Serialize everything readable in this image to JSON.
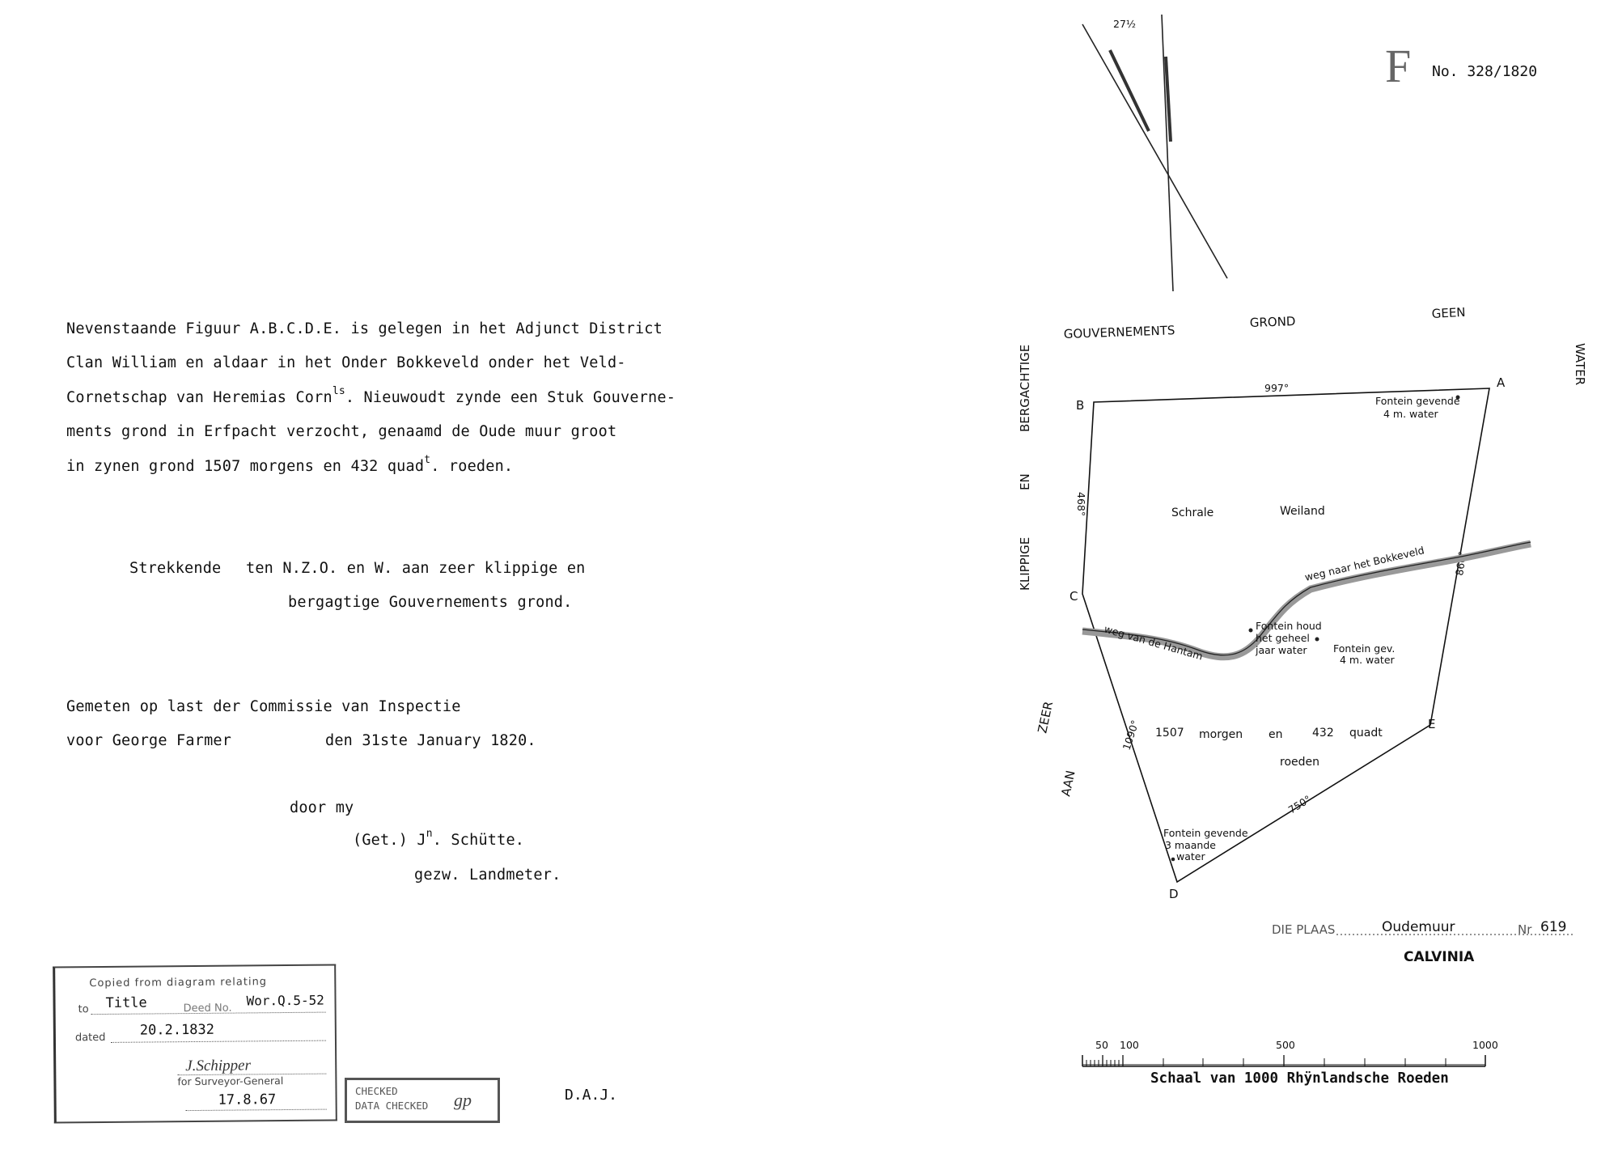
{
  "corner_letter": "F",
  "plan_number": "No. 328/1820",
  "description": {
    "line1": "Nevenstaande Figuur A.B.C.D.E. is gelegen in het Adjunct District",
    "line2": "Clan William en aldaar in het Onder Bokkeveld  onder het Veld-",
    "line3a": "Cornetschap van Heremias Corn",
    "line3_sup": "ls",
    "line3b": ". Nieuwoudt zynde een Stuk Gouverne-",
    "line4": "ments grond in Erfpacht verzocht, genaamd de Oude muur    groot",
    "line5a": "in zynen grond 1507 morgens en 432 quad",
    "line5_sup": "t",
    "line5b": ". roeden."
  },
  "boundaries": {
    "line1a": "Strekkende",
    "line1b": "ten N.Z.O. en W.  aan zeer klippige en",
    "line2": "bergagtige Gouvernements grond."
  },
  "survey": {
    "line1": "Gemeten op last der Commissie van Inspectie",
    "line2a": "voor George Farmer",
    "line2b": "den 31ste January 1820.",
    "by": "door my",
    "signed_a": "(Get.)  J",
    "signed_sup": "n",
    "signed_b": ". Schütte.",
    "title": "gezw. Landmeter."
  },
  "diagram": {
    "north_label": "27½",
    "surround_top": [
      "GOUVERNEMENTS",
      "GROND",
      "GEEN"
    ],
    "surround_right": "WATER",
    "surround_left_upper": [
      "BERGACHTIGE",
      "EN",
      "KLIPPIGE"
    ],
    "surround_left_lower": [
      "ZEER",
      "AAN"
    ],
    "vertices": {
      "a": "A",
      "b": "B",
      "c": "C",
      "d": "D",
      "e": "E"
    },
    "side_lengths": {
      "ab": "997°",
      "bc": "468°",
      "cd": "1090°",
      "de": "750°",
      "ea": "860°"
    },
    "spring_a": [
      "Fontein gevende",
      "4 m. water"
    ],
    "land_type": [
      "Schrale",
      "Weiland"
    ],
    "road_east": "weg naar het Bokkeveld",
    "road_west": "weg van de Hantam",
    "spring_mid1": [
      "Fontein houd",
      "het geheel",
      "jaar water"
    ],
    "spring_mid2": [
      "Fontein gev.",
      "4 m. water"
    ],
    "area_line1": [
      "1507",
      "morgen",
      "en",
      "432",
      "quadt"
    ],
    "area_line2": "roeden",
    "spring_d": [
      "Fontein gevende",
      "3 maande",
      "water"
    ]
  },
  "farm": {
    "prefix": "DIE PLAAS",
    "name": "Oudemuur",
    "nr_label": "Nr",
    "nr": "619",
    "district": "CALVINIA"
  },
  "scale": {
    "ticks": [
      "50",
      "100",
      "500",
      "1000"
    ],
    "caption": "Schaal van 1000 Rhÿnlandsche Roeden"
  },
  "stamp_copy": {
    "header": "Copied  from  diagram  relating",
    "to_label": "to",
    "to_value": "Title",
    "deed_label": "Deed No.",
    "deed_value": "Wor.Q.5-52",
    "dated_label": "dated",
    "dated_value": "20.2.1832",
    "signature": "J.Schipper",
    "for_label": "for Surveyor-General",
    "date_signed": "17.8.67"
  },
  "stamp_checked": {
    "line1": "CHECKED",
    "line2": "DATA CHECKED",
    "initials": "gp"
  },
  "initials_footer": "D.A.J."
}
